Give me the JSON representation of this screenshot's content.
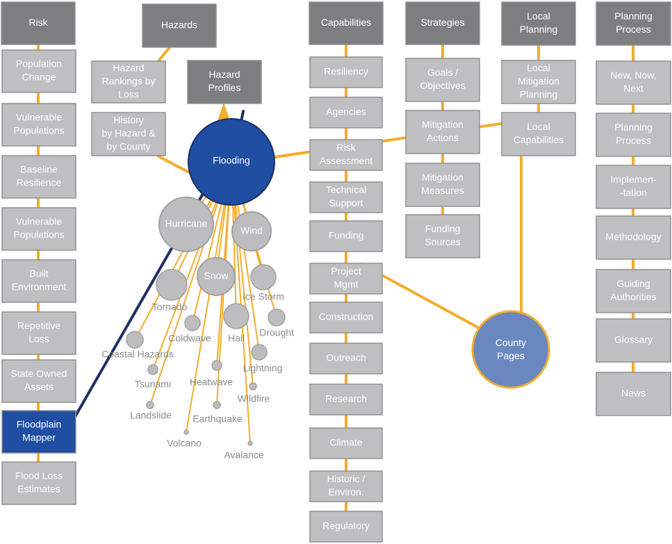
{
  "colors": {
    "connector": "#f2ad2a",
    "dark_connector": "#1e2f63",
    "box_fill": "#bfbfc1",
    "box_text": "#ffffff",
    "header_fill": "#7d7e80",
    "highlight_fill": "#1f4ea3",
    "hazard_node_fill": "#bdbdc0",
    "flooding_fill": "#1f4ea3",
    "county_fill": "#6b87bf"
  },
  "columns": {
    "risk": {
      "header": [
        "Risk"
      ],
      "items": [
        [
          "Population",
          "Change"
        ],
        [
          "Vulnerable",
          "Populations"
        ],
        [
          "Baseline",
          "Resilience"
        ],
        [
          "Vulnerable",
          "Populations"
        ],
        [
          "Built",
          "Environment"
        ],
        [
          "Repetitive",
          "Loss"
        ],
        [
          "State Owned",
          "Assets"
        ],
        [
          "Floodplain",
          "Mapper"
        ],
        [
          "Flood Loss",
          "Estimates"
        ]
      ]
    },
    "hazards": {
      "header": [
        "Hazards"
      ],
      "items": [
        [
          "Hazard",
          "Rankings by",
          "Loss"
        ],
        [
          "History",
          "by Hazard &",
          "by County"
        ]
      ],
      "profiles": [
        "Hazard",
        "Profiles"
      ]
    },
    "capabilities": {
      "header": [
        "Capabilities"
      ],
      "items": [
        [
          "Resiliency"
        ],
        [
          "Agencies"
        ],
        [
          "Risk",
          "Assessment"
        ],
        [
          "Technical",
          "Support"
        ],
        [
          "Funding"
        ],
        [
          "Project",
          "Mgmt"
        ],
        [
          "Construction"
        ],
        [
          "Outreach"
        ],
        [
          "Research"
        ],
        [
          "Climate"
        ],
        [
          "Historic /",
          "Environ."
        ],
        [
          "Regulatory"
        ]
      ]
    },
    "strategies": {
      "header": [
        "Strategies"
      ],
      "items": [
        [
          "Goals /",
          "Objectives"
        ],
        [
          "Mitigation",
          "Actions"
        ],
        [
          "Mitigation",
          "Measures"
        ],
        [
          "Funding",
          "Sources"
        ]
      ]
    },
    "local_planning": {
      "header": [
        "Local",
        "Planning"
      ],
      "items": [
        [
          "Local",
          "Mitigation",
          "Planning"
        ],
        [
          "Local",
          "Capabilities"
        ]
      ]
    },
    "planning_process": {
      "header": [
        "Planning",
        "Process"
      ],
      "items": [
        [
          "New, Now,",
          "Next"
        ],
        [
          "Planning",
          "Process"
        ],
        [
          "Implemen-",
          "-tation"
        ],
        [
          "Methodology"
        ],
        [
          "Guiding",
          "Authorities"
        ],
        [
          "Glossary"
        ],
        [
          "News"
        ]
      ]
    }
  },
  "hub": {
    "flooding": "Flooding",
    "county_pages": [
      "County",
      "Pages"
    ]
  },
  "hazard_nodes": {
    "large": [
      "Hurricane",
      "Wind",
      "Snow"
    ],
    "small": [
      "Tornado",
      "Ice Storm",
      "Coldwave",
      "Hail",
      "Drought",
      "Coastal Hazards",
      "Lightning",
      "Tsunami",
      "Heatwave",
      "Wildfire",
      "Landslide",
      "Earthquake",
      "Volcano",
      "Avalance"
    ]
  }
}
